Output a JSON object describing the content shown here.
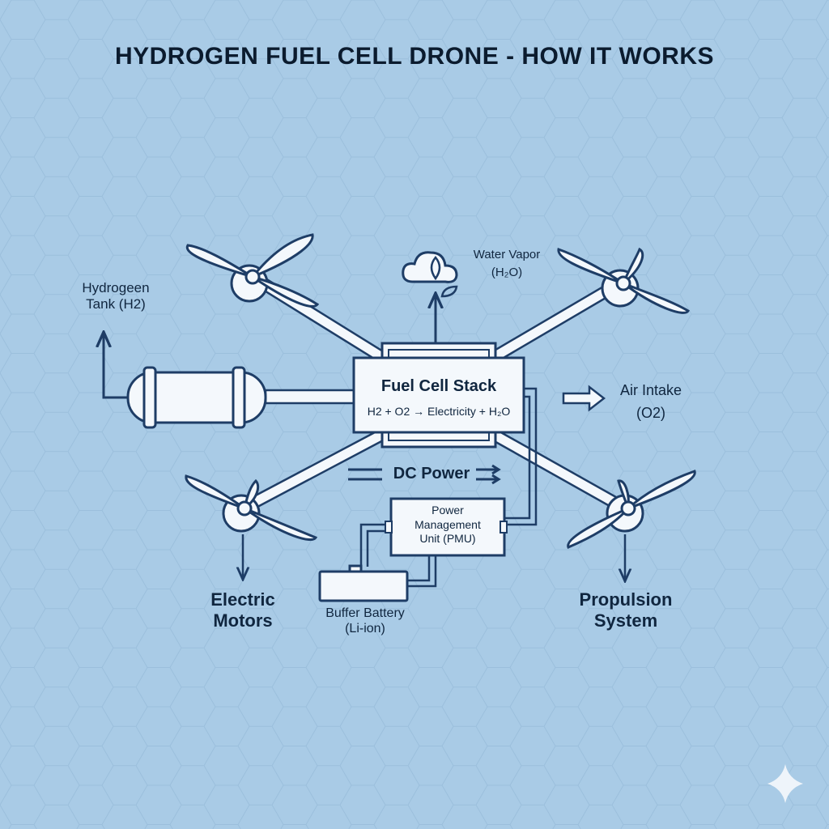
{
  "title": "HYDROGEN FUEL CELL DRONE - HOW IT WORKS",
  "labels": {
    "hydrogen_tank": [
      "Hydrogeen",
      "Tank (H2)"
    ],
    "water_vapor": [
      "Water Vapor",
      "(H₂O)"
    ],
    "fuel_cell_stack": "Fuel Cell Stack",
    "fuel_cell_reaction": "H2 + O2 → Electricity + H₂O",
    "air_intake": [
      "Air Intake",
      "(O2)"
    ],
    "dc_power": "DC Power",
    "pmu": [
      "Power",
      "Management",
      "Unit (PMU)"
    ],
    "buffer_battery": [
      "Buffer Battery",
      "(Li-ion)"
    ],
    "electric_motors": [
      "Electric",
      "Motors"
    ],
    "propulsion_system": [
      "Propulsion",
      "System"
    ]
  },
  "colors": {
    "background": "#a9cbe6",
    "line": "#1e3d66",
    "fill": "#f4f8fc",
    "text": "#10263f"
  },
  "icons": [
    "cloud-icon",
    "leaf-icon",
    "sparkle-icon"
  ]
}
